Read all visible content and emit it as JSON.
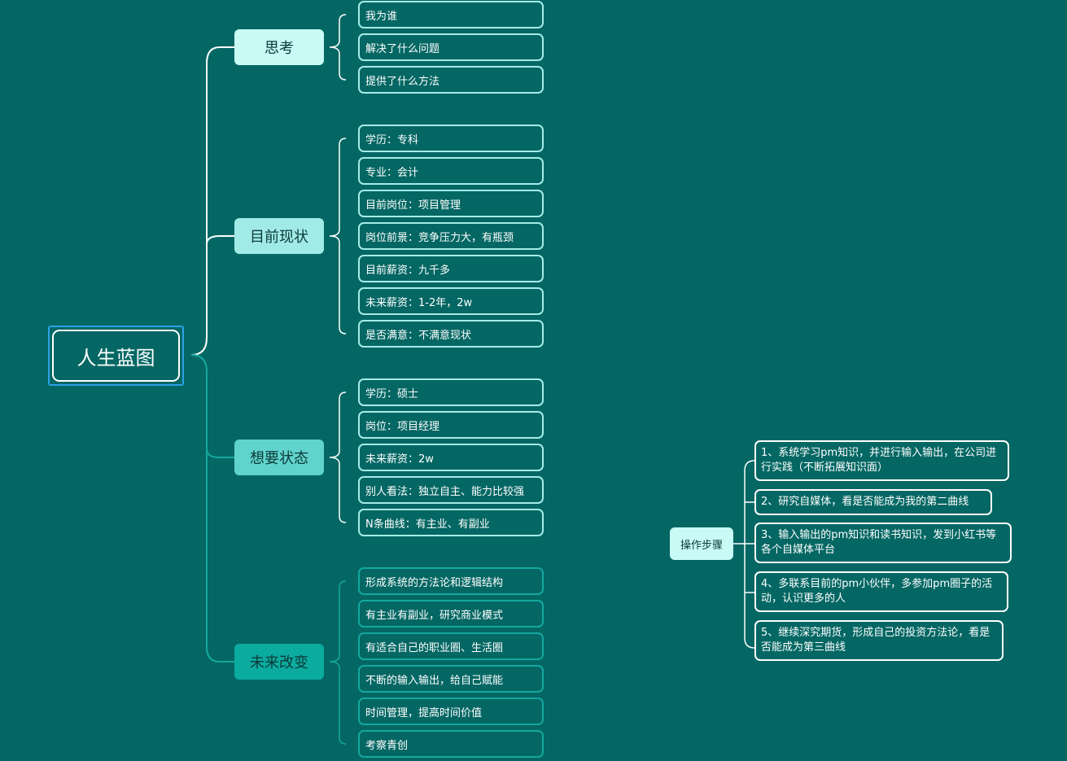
{
  "root": {
    "label": "人生蓝图"
  },
  "branches": [
    {
      "label": "思考",
      "color": "#c8fbf6",
      "children": [
        "我为谁",
        "解决了什么问题",
        "提供了什么方法"
      ]
    },
    {
      "label": "目前现状",
      "color": "#a1ebe7",
      "children": [
        "学历：专科",
        "专业：会计",
        "目前岗位：项目管理",
        "岗位前景：竞争压力大，有瓶颈",
        "目前薪资：九千多",
        "未来薪资：1-2年，2w",
        "是否满意：不满意现状"
      ]
    },
    {
      "label": "想要状态",
      "color": "#61d3cd",
      "children": [
        "学历：硕士",
        "岗位：项目经理",
        "未来薪资：2w",
        "别人看法：独立自主、能力比较强",
        "N条曲线：有主业、有副业"
      ]
    },
    {
      "label": "未来改变",
      "color": "#0bab9f",
      "children": [
        "形成系统的方法论和逻辑结构",
        "有主业有副业，研究商业模式",
        "有适合自己的职业圈、生活圈",
        "不断的输入输出，给自己赋能",
        "时间管理，提高时间价值",
        "考察青创"
      ]
    }
  ],
  "floating": {
    "label": "操作步骤",
    "children": [
      "1、系统学习pm知识，并进行输入输出，在公司进行实践（不断拓展知识面）",
      "2、研究自媒体，看是否能成为我的第二曲线",
      "3、输入输出的pm知识和读书知识，发到小红书等各个自媒体平台",
      "4、多联系目前的pm小伙伴，多参加pm圈子的活动，认识更多的人",
      "5、继续深究期货，形成自己的投资方法论，看是否能成为第三曲线"
    ]
  },
  "colors": {
    "background": "#046763",
    "connector_upper": "#ffffff",
    "connector_lower": "#13a8a0",
    "leaf_border": "#a5ece7",
    "leaf_border_lower": "#13a8a0",
    "root_outer_border": "#2aa3e6"
  }
}
